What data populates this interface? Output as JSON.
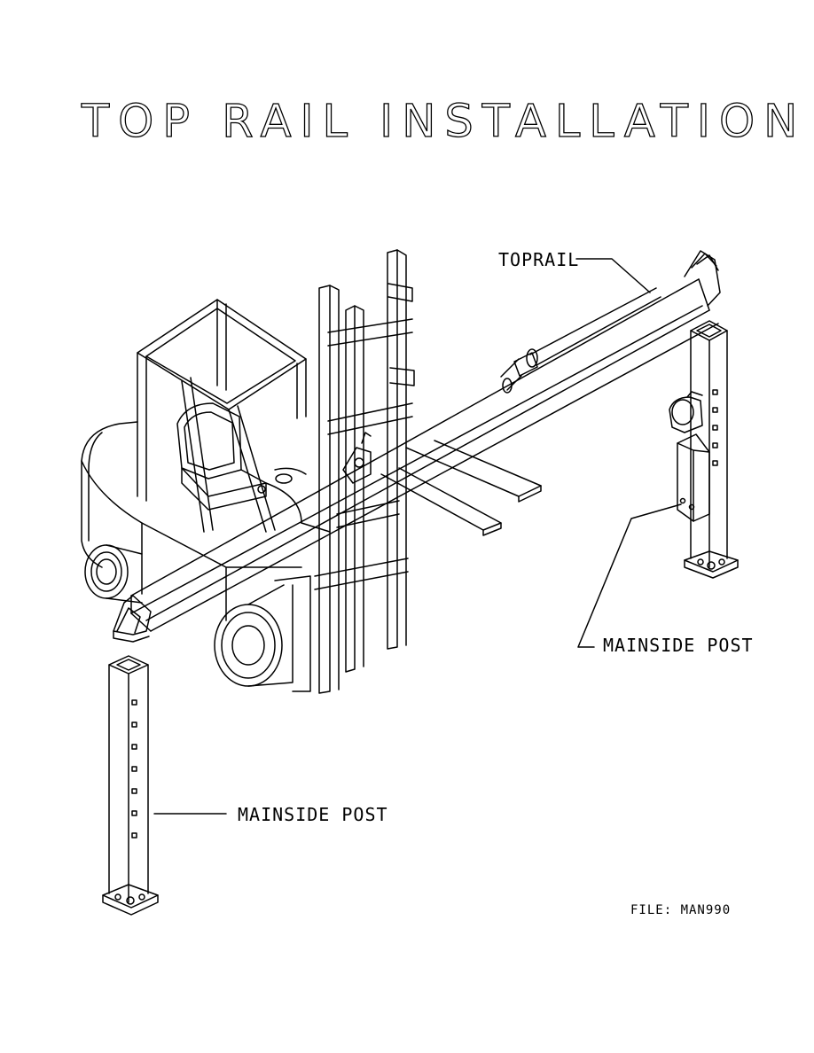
{
  "title": "TOP RAIL INSTALLATION",
  "labels": {
    "toprail": "TOPRAIL",
    "mainside_post_right": "MAINSIDE POST",
    "mainside_post_left": "MAINSIDE POST",
    "file": "FILE: MAN990"
  },
  "colors": {
    "ink": "#000000",
    "paper": "#ffffff"
  }
}
